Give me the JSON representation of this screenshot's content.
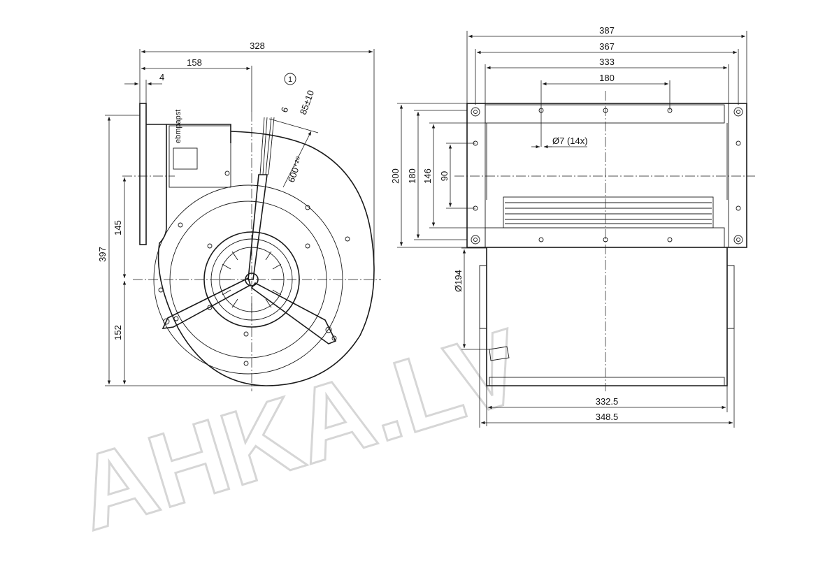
{
  "diagram": {
    "left_view": {
      "dim_width": "328",
      "dim_158": "158",
      "dim_4": "4",
      "dim_6": "6",
      "dim_85": "85±10",
      "dim_600": "600⁺²⁰",
      "callout": "1",
      "dim_397": "397",
      "dim_145": "145",
      "dim_152": "152",
      "label_plate": "ebmpapst"
    },
    "right_view": {
      "dim_387": "387",
      "dim_367": "367",
      "dim_333": "333",
      "dim_180": "180",
      "dim_hole": "Ø7 (14x)",
      "dim_200": "200",
      "dim_180v": "180",
      "dim_146": "146",
      "dim_90": "90",
      "dim_194": "Ø194",
      "dim_3325": "332.5",
      "dim_3485": "348.5"
    },
    "watermark": "AHKA.LV"
  },
  "colors": {
    "line": "#1a1a1a",
    "watermark": "#d6d6d6",
    "background": "#ffffff"
  }
}
